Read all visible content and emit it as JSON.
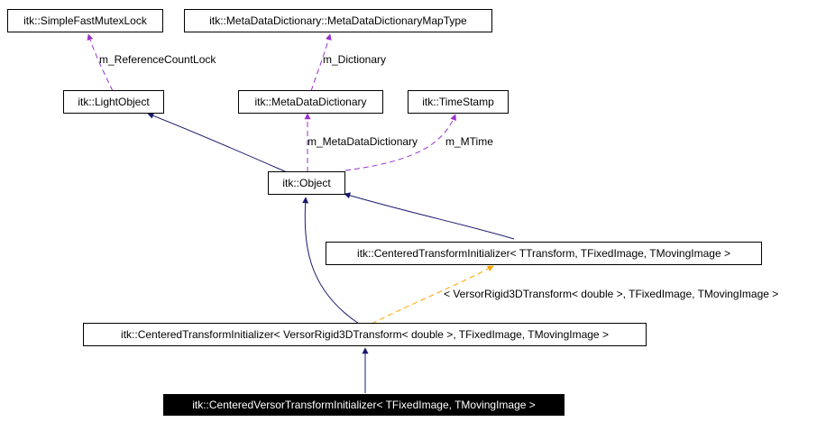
{
  "nodes": {
    "simple_fast_mutex_lock": "itk::SimpleFastMutexLock",
    "metadata_map_type": "itk::MetaDataDictionary::MetaDataDictionaryMapType",
    "light_object": "itk::LightObject",
    "metadata_dictionary": "itk::MetaDataDictionary",
    "time_stamp": "itk::TimeStamp",
    "object": "itk::Object",
    "centered_transform_initializer": "itk::CenteredTransformInitializer< TTransform, TFixedImage, TMovingImage >",
    "centered_transform_initializer_versor": "itk::CenteredTransformInitializer< VersorRigid3DTransform< double >, TFixedImage, TMovingImage >",
    "centered_versor_transform_initializer": "itk::CenteredVersorTransformInitializer< TFixedImage, TMovingImage >"
  },
  "edge_labels": {
    "reference_count_lock": "m_ReferenceCountLock",
    "dictionary": "m_Dictionary",
    "metadata_dictionary": "m_MetaDataDictionary",
    "mtime": "m_MTime",
    "template_args": "< VersorRigid3DTransform< double >, TFixedImage, TMovingImage >"
  },
  "colors": {
    "inheritance": "#191970",
    "usage": "#9a32cd",
    "template": "#ffa500",
    "current_bg": "#000000",
    "current_text": "#ffffff"
  }
}
